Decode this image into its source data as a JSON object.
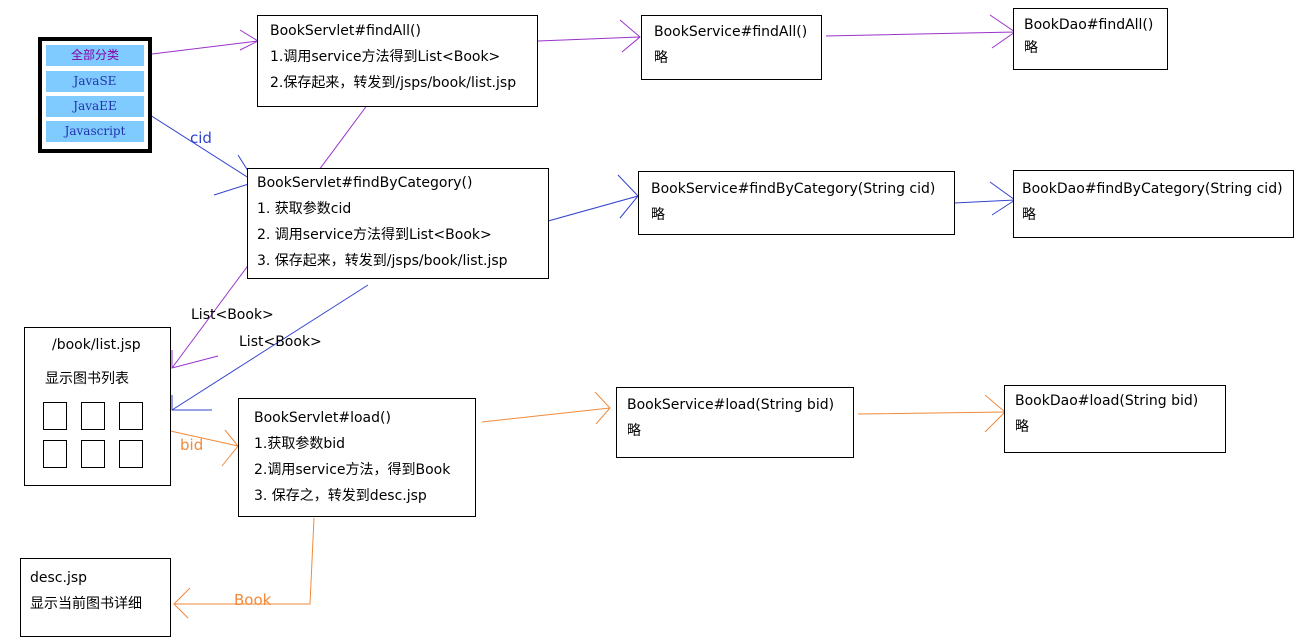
{
  "menu": {
    "items": [
      "全部分类",
      "JavaSE",
      "JavaEE",
      "Javascript"
    ]
  },
  "boxes": {
    "servlet_findall": {
      "title": "BookServlet#findAll()",
      "lines": [
        "1.调用service方法得到List<Book>",
        "2.保存起来，转发到/jsps/book/list.jsp"
      ]
    },
    "service_findall": {
      "title": "BookService#findAll()",
      "lines": [
        "略"
      ]
    },
    "dao_findall": {
      "title": "BookDao#findAll()",
      "lines": [
        "略"
      ]
    },
    "servlet_findbycategory": {
      "title": "BookServlet#findByCategory()",
      "lines": [
        "1. 获取参数cid",
        "2. 调用service方法得到List<Book>",
        "3. 保存起来，转发到/jsps/book/list.jsp"
      ]
    },
    "service_findbycategory": {
      "title": "BookService#findByCategory(String cid)",
      "lines": [
        "略"
      ]
    },
    "dao_findbycategory": {
      "title": "BookDao#findByCategory(String cid)",
      "lines": [
        "略"
      ]
    },
    "list_jsp": {
      "title": "/book/list.jsp",
      "lines": [
        "显示图书列表"
      ]
    },
    "servlet_load": {
      "title": "BookServlet#load()",
      "lines": [
        "1.获取参数bid",
        "2.调用service方法，得到Book",
        "3. 保存之，转发到desc.jsp"
      ]
    },
    "service_load": {
      "title": "BookService#load(String bid)",
      "lines": [
        "略"
      ]
    },
    "dao_load": {
      "title": "BookDao#load(String bid)",
      "lines": [
        "略"
      ]
    },
    "desc_jsp": {
      "title": "desc.jsp",
      "lines": [
        "显示当前图书详细"
      ]
    }
  },
  "labels": {
    "cid": "cid",
    "list_book_1": "List<Book>",
    "list_book_2": "List<Book>",
    "bid": "bid",
    "book": "Book"
  },
  "colors": {
    "purple": "#9933cc",
    "blue": "#3344cc",
    "orange": "#f28a3a",
    "menu_bg": "#7fcbff"
  }
}
